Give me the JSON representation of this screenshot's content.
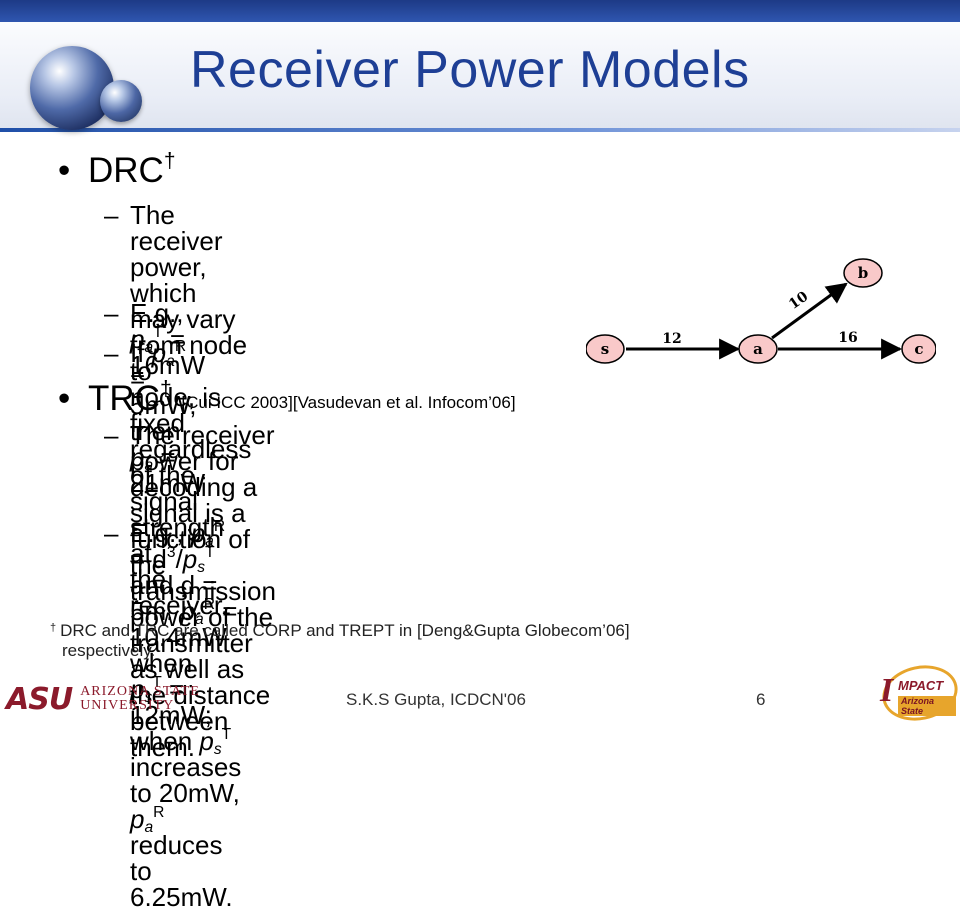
{
  "title": "Receiver Power Models",
  "bullets": {
    "drc_label": "DRC",
    "dagger": "†",
    "drc_items": {
      "b1_l1": "The receiver power, which may vary from node to",
      "b1_l2": "node, is fixed regardless of the signal strength at",
      "b1_l3": "the receiver.",
      "b2_prefix": "E.g., ",
      "b2_p": "p",
      "b2_sub": "a",
      "b2_sup": "T",
      "b2_rest": " = 16mW",
      "b3_prefix": "If ",
      "b3_p": "p",
      "b3_sub": "a",
      "b3_sup": "R",
      "b3_mid": " = 5mW, then ",
      "b3_p2": "p",
      "b3_sub2": "a",
      "b3_rest": " = 21mW"
    },
    "trc_label": "TRC",
    "trc_ref": "[Cui ICC 2003][Vasudevan et al. Infocom’06]",
    "trc_items": {
      "b1_l1": "The receiver power for decoding a signal is a",
      "b1_l2": "function of the transmission power of the transmitter",
      "b1_l3": "as well as the distance between them.",
      "b2_l1_a": "E.g., ",
      "p": "p",
      "sub_a": "a",
      "sub_s": "s",
      "sup_R": "R",
      "sup_T": "T",
      "sup_3": "3",
      "b2_l1_b": " = d",
      "b2_l1_c": "/",
      "b2_l1_d": " and d = 5m. ",
      "b2_l1_e": " = 10.4mW when",
      "b2_l2_a": " = 12mW; when ",
      "b2_l2_b": " increases to 20mW, ",
      "b2_l3": "reduces to 6.25mW."
    },
    "dash": "–",
    "bullet_char": "•"
  },
  "footnote": {
    "mark": "†",
    "line1": "DRC and TRC are called CORP and TREPT in [Deng&Gupta Globecom’06]",
    "line2": "respectively."
  },
  "graph": {
    "nodes": {
      "s": "s",
      "a": "a",
      "b": "b",
      "c": "c"
    },
    "edges": {
      "sa": "12",
      "ab": "10",
      "ac": "16"
    },
    "node_fill": "#f9c9c9",
    "edge_color": "#000000"
  },
  "footer": {
    "asu_letters": "ASU",
    "asu_line1": "ARIZONA STATE",
    "asu_line2": "UNIVERSITY",
    "center": "S.K.S Gupta, ICDCN'06",
    "page": "6",
    "impact_word": "MPACT",
    "impact_sub": "Arizona State"
  },
  "colors": {
    "title": "#1e3f95",
    "asu_maroon": "#8b1a2b",
    "asu_gold": "#e7a52c"
  }
}
